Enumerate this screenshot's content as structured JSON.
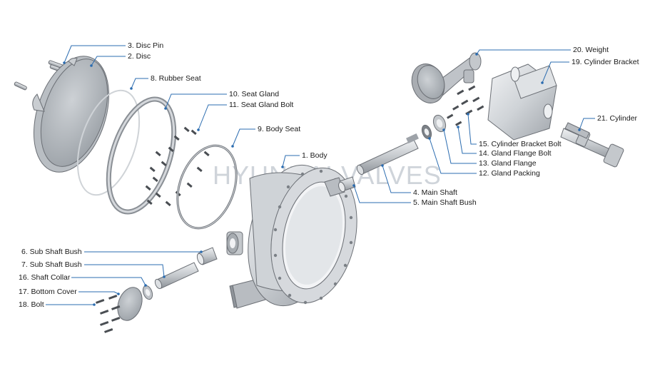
{
  "watermark": "HYUNDAI VALVES",
  "labels": {
    "disc_pin": "3. Disc Pin",
    "disc": "2. Disc",
    "rubber_seat": "8. Rubber Seat",
    "seat_gland": "10. Seat Gland",
    "seat_gland_bolt": "11. Seat Gland Bolt",
    "body_seat": "9. Body Seat",
    "body": "1. Body",
    "main_shaft": "4. Main Shaft",
    "main_shaft_bush": "5. Main Shaft Bush",
    "gland_packing": "12. Gland Packing",
    "gland_flange": "13. Gland Flange",
    "gland_flange_bolt": "14. Gland Flange Bolt",
    "cylinder_bracket_bolt": "15. Cylinder Bracket Bolt",
    "weight": "20. Weight",
    "cylinder_bracket": "19. Cylinder Bracket",
    "cylinder": "21. Cylinder",
    "sub_shaft_bush_6": "6. Sub Shaft Bush",
    "sub_shaft_bush_7": "7. Sub Shaft Bush",
    "shaft_collar": "16. Shaft Collar",
    "bottom_cover": "17. Bottom Cover",
    "bolt": "18. Bolt"
  }
}
